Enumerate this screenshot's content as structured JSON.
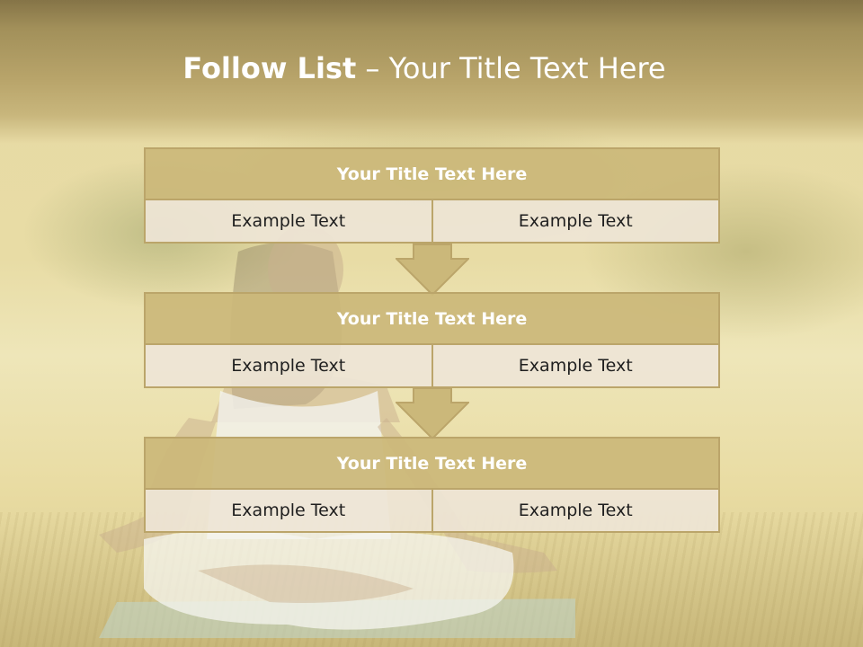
{
  "slide": {
    "title_bold": "Follow List",
    "title_rest": " – Your Title Text Here"
  },
  "steps": [
    {
      "title": "Your Title Text Here",
      "left": "Example Text",
      "right": "Example Text"
    },
    {
      "title": "Your Title Text Here",
      "left": "Example Text",
      "right": "Example Text"
    },
    {
      "title": "Your Title Text Here",
      "left": "Example Text",
      "right": "Example Text"
    }
  ],
  "colors": {
    "header_band": "#a2905a",
    "box_title_fill": "#cbb87a",
    "box_cell_fill": "#eee5d6",
    "border": "#bba56a",
    "arrow_fill": "#cbb87a"
  },
  "icons": {
    "connector": "down-arrow-icon"
  }
}
